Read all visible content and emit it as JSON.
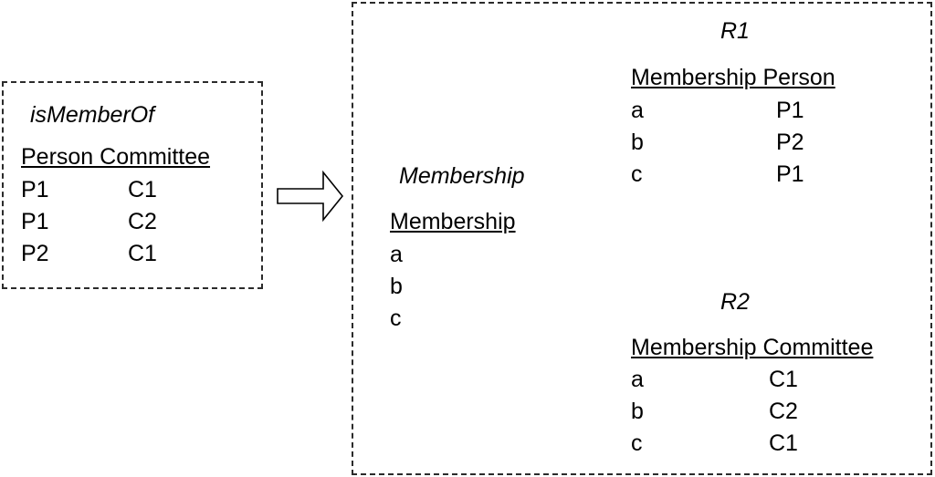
{
  "left": {
    "title": "isMemberOf",
    "header": "Person Committee",
    "rows": [
      [
        "P1",
        "C1"
      ],
      [
        "P1",
        "C2"
      ],
      [
        "P2",
        "C1"
      ]
    ]
  },
  "membership": {
    "title": "Membership",
    "header": "Membership",
    "rows": [
      "a",
      "b",
      "c"
    ]
  },
  "r1": {
    "title": "R1",
    "header": "Membership Person",
    "rows": [
      [
        "a",
        "P1"
      ],
      [
        "b",
        "P2"
      ],
      [
        "c",
        "P1"
      ]
    ]
  },
  "r2": {
    "title": "R2",
    "header": "Membership Committee",
    "rows": [
      [
        "a",
        "C1"
      ],
      [
        "b",
        "C2"
      ],
      [
        "c",
        "C1"
      ]
    ]
  }
}
